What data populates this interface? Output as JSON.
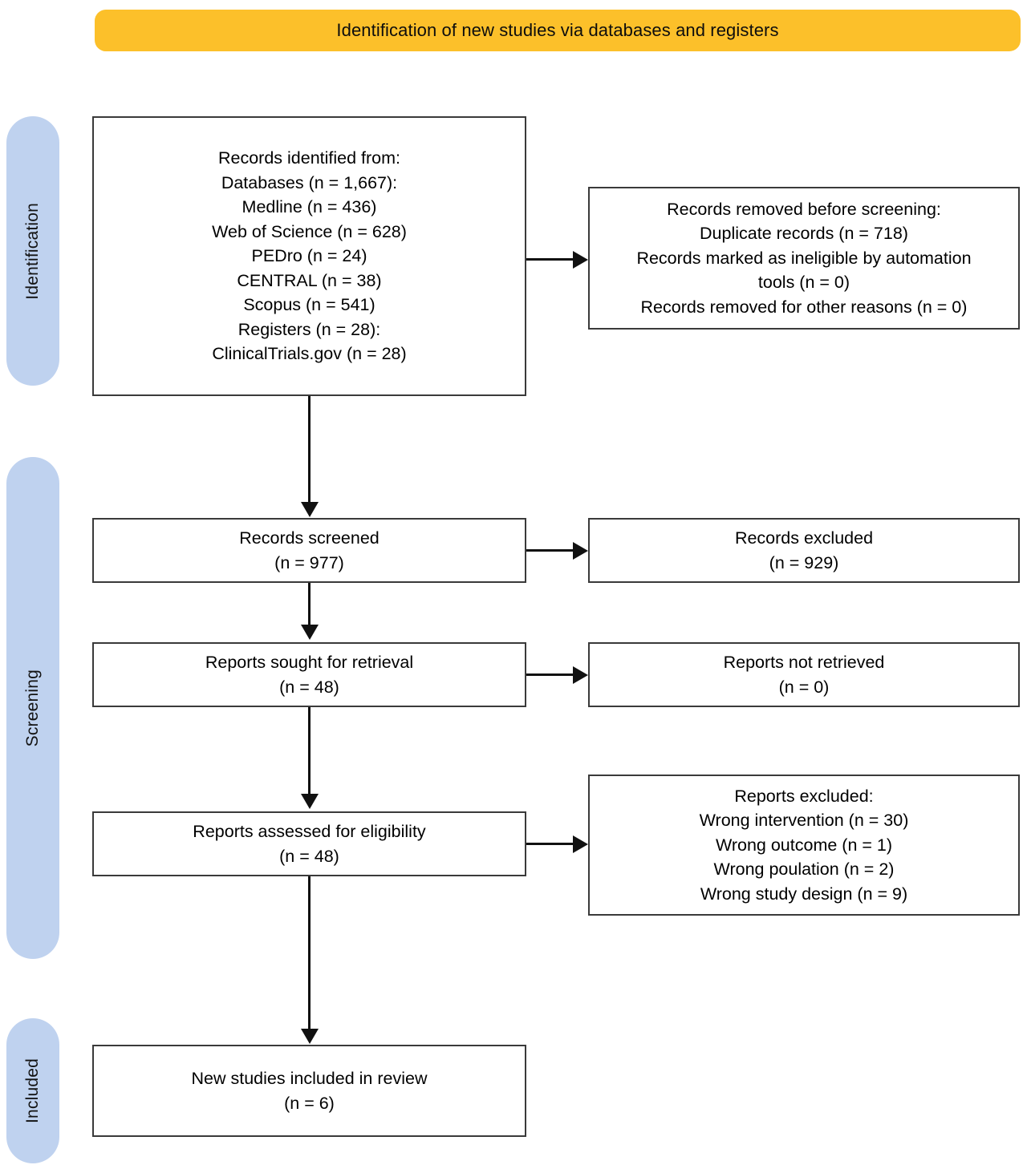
{
  "banner": {
    "title": "Identification of new studies via databases and registers"
  },
  "colors": {
    "banner_bg": "#fcc02a",
    "rail_bg": "#bfd2ef",
    "box_border": "#3a3a3a",
    "connector": "#111111",
    "text": "#000000"
  },
  "rails": [
    {
      "label": "Identification"
    },
    {
      "label": "Screening"
    },
    {
      "label": "Included"
    }
  ],
  "boxes": {
    "identified": {
      "text": "Records identified from:\nDatabases (n = 1,667):\nMedline (n =  436)\nWeb of Science (n =  628)\nPEDro (n =  24)\nCENTRAL (n =  38)\nScopus (n =  541)\nRegisters (n = 28):\nClinicalTrials.gov (n =  28)"
    },
    "removed_before_screening": {
      "text": "Records removed before screening:\nDuplicate records (n = 718)\nRecords marked as ineligible by automation\ntools (n = 0)\nRecords removed for other reasons (n = 0)"
    },
    "records_screened": {
      "text": "Records screened\n(n = 977)"
    },
    "records_excluded": {
      "text": "Records excluded\n(n = 929)"
    },
    "reports_sought": {
      "text": "Reports sought for retrieval\n(n = 48)"
    },
    "reports_not_retrieved": {
      "text": "Reports not retrieved\n(n = 0)"
    },
    "reports_assessed": {
      "text": "Reports assessed for eligibility\n(n = 48)"
    },
    "reports_excluded": {
      "text": "Reports excluded:\nWrong intervention (n =  30)\nWrong outcome (n =  1)\nWrong poulation (n =  2)\nWrong study design (n =  9)"
    },
    "included": {
      "text": "New studies included in review\n(n = 6)"
    }
  },
  "chart_data": {
    "type": "diagram",
    "title": "PRISMA 2020 flow diagram - Identification of new studies via databases and registers",
    "phases": [
      {
        "name": "Identification",
        "nodes": [
          {
            "id": "identified",
            "label": "Records identified from",
            "items": [
              {
                "label": "Databases",
                "n": 1667
              },
              {
                "label": "Medline",
                "n": 436
              },
              {
                "label": "Web of Science",
                "n": 628
              },
              {
                "label": "PEDro",
                "n": 24
              },
              {
                "label": "CENTRAL",
                "n": 38
              },
              {
                "label": "Scopus",
                "n": 541
              },
              {
                "label": "Registers",
                "n": 28
              },
              {
                "label": "ClinicalTrials.gov",
                "n": 28
              }
            ]
          },
          {
            "id": "removed_before_screening",
            "label": "Records removed before screening",
            "items": [
              {
                "label": "Duplicate records",
                "n": 718
              },
              {
                "label": "Records marked as ineligible by automation tools",
                "n": 0
              },
              {
                "label": "Records removed for other reasons",
                "n": 0
              }
            ]
          }
        ]
      },
      {
        "name": "Screening",
        "nodes": [
          {
            "id": "records_screened",
            "label": "Records screened",
            "n": 977
          },
          {
            "id": "records_excluded",
            "label": "Records excluded",
            "n": 929
          },
          {
            "id": "reports_sought",
            "label": "Reports sought for retrieval",
            "n": 48
          },
          {
            "id": "reports_not_retrieved",
            "label": "Reports not retrieved",
            "n": 0
          },
          {
            "id": "reports_assessed",
            "label": "Reports assessed for eligibility",
            "n": 48
          },
          {
            "id": "reports_excluded",
            "label": "Reports excluded",
            "items": [
              {
                "label": "Wrong intervention",
                "n": 30
              },
              {
                "label": "Wrong outcome",
                "n": 1
              },
              {
                "label": "Wrong poulation",
                "n": 2
              },
              {
                "label": "Wrong study design",
                "n": 9
              }
            ]
          }
        ]
      },
      {
        "name": "Included",
        "nodes": [
          {
            "id": "included",
            "label": "New studies included in review",
            "n": 6
          }
        ]
      }
    ],
    "edges": [
      {
        "from": "identified",
        "to": "removed_before_screening",
        "direction": "right"
      },
      {
        "from": "identified",
        "to": "records_screened",
        "direction": "down"
      },
      {
        "from": "records_screened",
        "to": "records_excluded",
        "direction": "right"
      },
      {
        "from": "records_screened",
        "to": "reports_sought",
        "direction": "down"
      },
      {
        "from": "reports_sought",
        "to": "reports_not_retrieved",
        "direction": "right"
      },
      {
        "from": "reports_sought",
        "to": "reports_assessed",
        "direction": "down"
      },
      {
        "from": "reports_assessed",
        "to": "reports_excluded",
        "direction": "right"
      },
      {
        "from": "reports_assessed",
        "to": "included",
        "direction": "down"
      }
    ]
  }
}
